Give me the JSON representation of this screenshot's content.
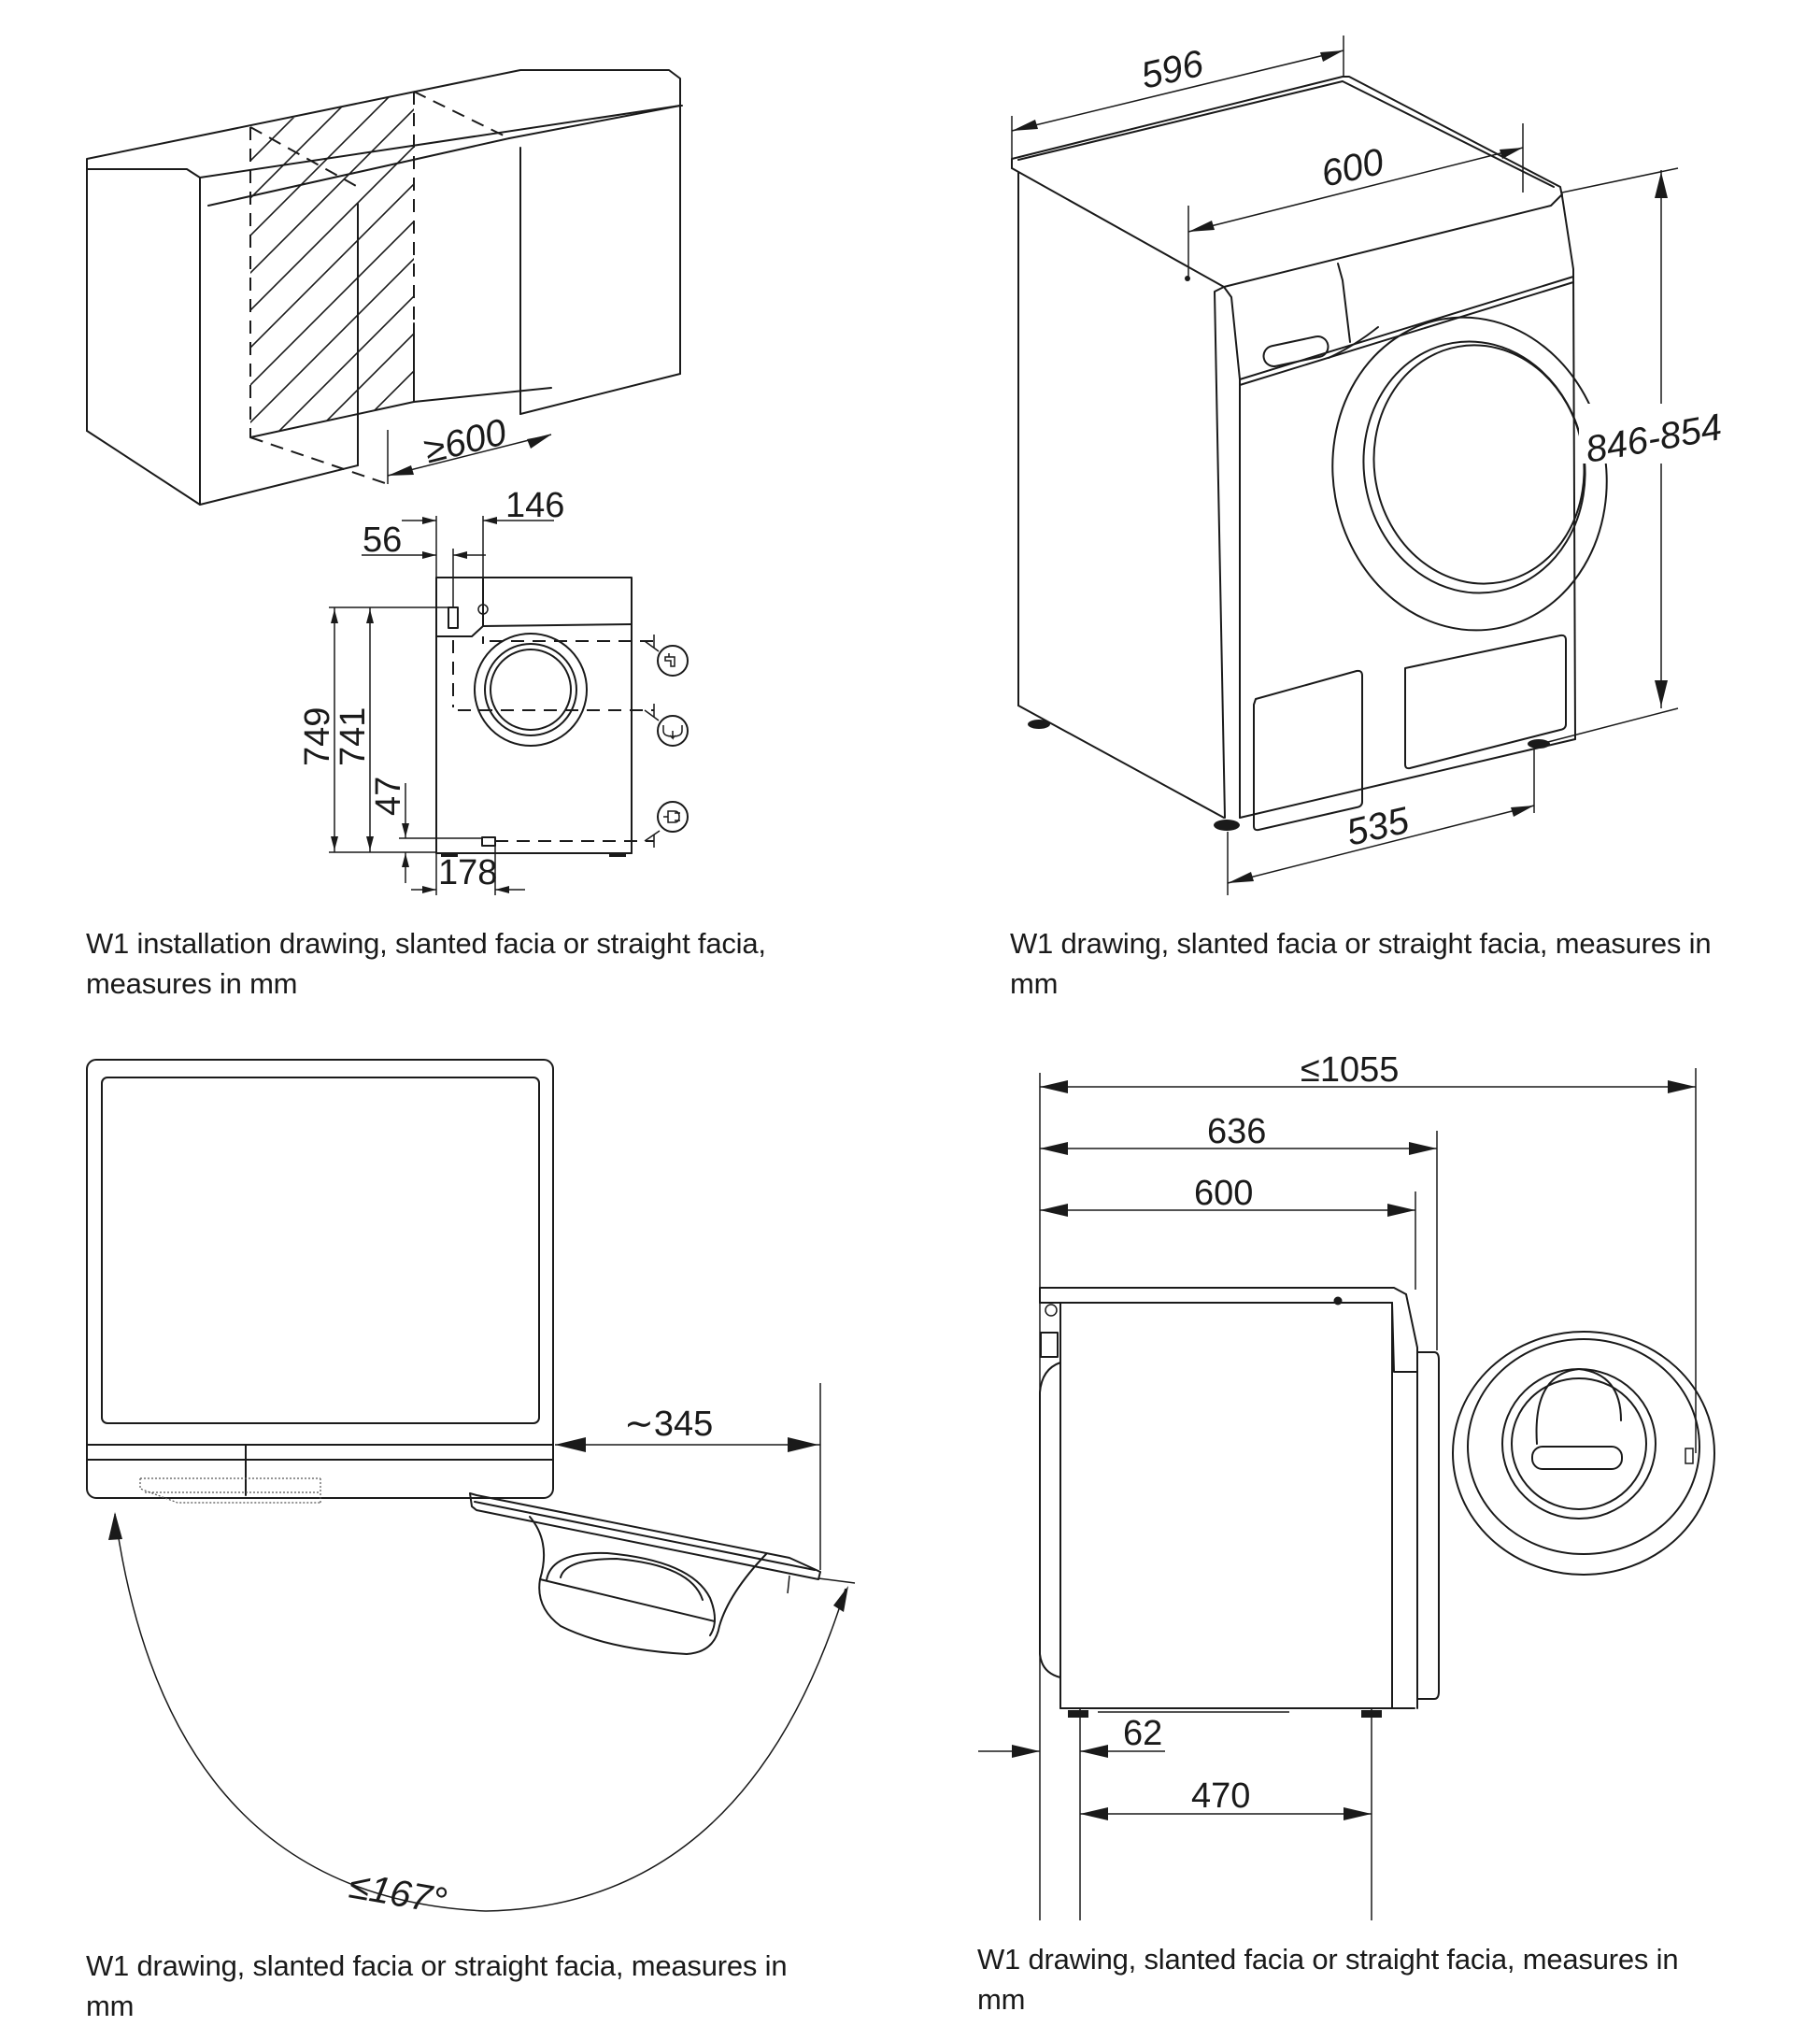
{
  "figures": [
    {
      "id": "installation",
      "caption_line1": "W1  installation drawing, slanted facia or straight facia,",
      "caption_line2": "measures in mm",
      "dims": {
        "niche_width": "≥600",
        "water_x": "146",
        "plug_x": "56",
        "height_749": "749",
        "height_741": "741",
        "plug_height": "47",
        "plug_offset": "178"
      },
      "icons": [
        "water-inlet-tap-icon",
        "drain-icon",
        "power-plug-icon"
      ]
    },
    {
      "id": "perspective",
      "caption_line1": "W1  drawing, slanted facia or straight facia, measures in",
      "caption_line2": "mm",
      "dims": {
        "width": "596",
        "depth": "600",
        "height": "846-854",
        "front_depth": "535"
      }
    },
    {
      "id": "door-swing",
      "caption_line1": "W1  drawing, slanted facia or straight facia, measures in",
      "caption_line2": "mm",
      "dims": {
        "door_projection": "∼345",
        "swing_angle": "≤167°"
      }
    },
    {
      "id": "side-view",
      "caption_line1": "W1  drawing, slanted facia or straight facia, measures in",
      "caption_line2": "mm",
      "dims": {
        "total_open": "≤1055",
        "depth_with_door": "636",
        "depth_body": "600",
        "rear_foot": "62",
        "foot_span": "470"
      }
    }
  ]
}
